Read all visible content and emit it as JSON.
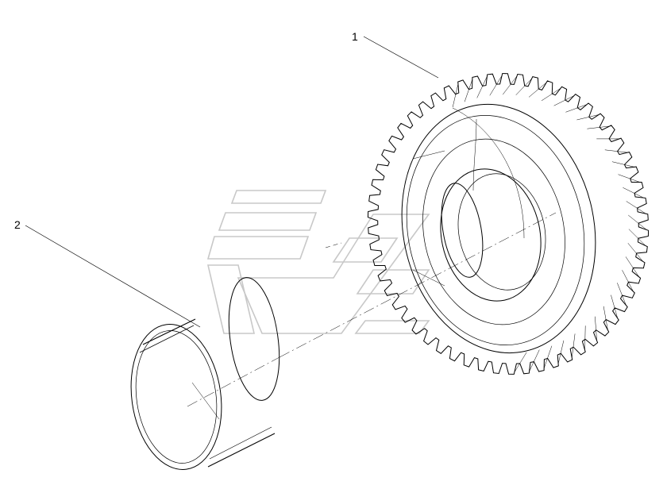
{
  "diagram": {
    "callouts": [
      {
        "id": "1",
        "label": "1",
        "part": "gear"
      },
      {
        "id": "2",
        "label": "2",
        "part": "bushing"
      }
    ],
    "colors": {
      "line": "#000000",
      "watermark": "#c8c8c8",
      "background": "#ffffff"
    }
  }
}
